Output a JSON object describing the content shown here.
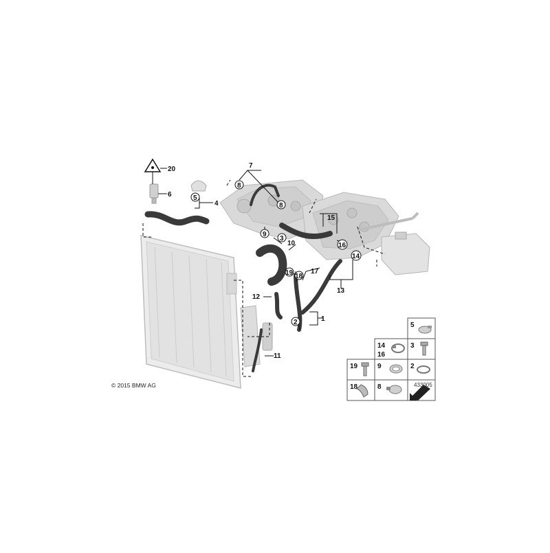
{
  "callouts": {
    "c1": "1",
    "c2": "2",
    "c3": "3",
    "c4": "4",
    "c5": "5",
    "c6": "6",
    "c7": "7",
    "c8a": "8",
    "c8b": "8",
    "c9": "9",
    "c10": "10",
    "c11": "11",
    "c12": "12",
    "c13": "13",
    "c14": "14",
    "c15": "15",
    "c16": "16",
    "c17": "17",
    "c18": "18",
    "c19": "19",
    "c20": "20"
  },
  "parts_table": {
    "cells": [
      "5",
      "14",
      "16",
      "3",
      "19",
      "9",
      "2",
      "18",
      "8"
    ]
  },
  "copyright": "© 2015 BMW AG",
  "diagram_id": "433005",
  "colors": {
    "hose": "#3a3a3a",
    "engine": "#d6d6d6",
    "radiator": "#e4e4e4",
    "line": "#111111"
  }
}
